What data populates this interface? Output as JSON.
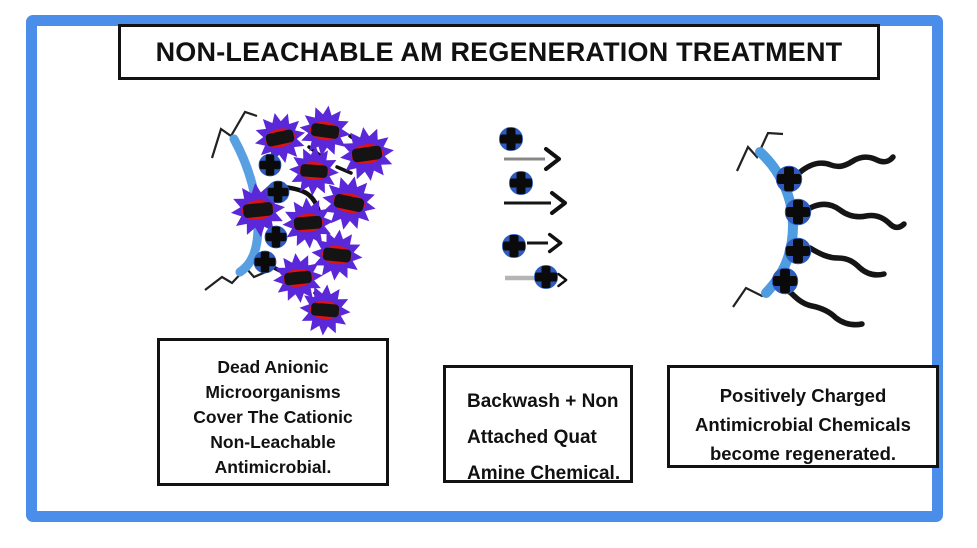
{
  "title": "NON-LEACHABLE AM REGENERATION TREATMENT",
  "panels": [
    {
      "id": "dead-microorganisms",
      "caption_lines": [
        "Dead Anionic",
        "Microorganisms",
        "Cover The Cationic",
        "Non-Leachable",
        "Antimicrobial."
      ]
    },
    {
      "id": "backwash-quat",
      "caption_lines": [
        "Backwash + Non",
        "Attached Quat",
        "Amine Chemical."
      ]
    },
    {
      "id": "regenerated-chemicals",
      "caption_lines": [
        "Positively Charged",
        "Antimicrobial Chemicals",
        "become regenerated."
      ]
    }
  ],
  "colors": {
    "frame_blue": "#4b8ee9",
    "surface_arc_blue": "#58a0e2",
    "microbe_burst_purple": "#5a28d8",
    "microbe_core_red": "#e01212",
    "cation_ring_blue": "#2e5bbd",
    "ink_black": "#121212"
  },
  "icons": {
    "burst": "dead-microbe-starburst-icon",
    "plus_circle": "cationic-charge-icon",
    "arrow": "backwash-flow-arrow-icon",
    "squiggle": "antimicrobial-chain-icon",
    "zigzag": "surface-bond-icon"
  },
  "graphics_counts": {
    "left_microbe_bursts": 10,
    "left_cation_sites": 4,
    "middle_flow_rows": 4,
    "right_cation_sites": 4,
    "right_chains": 4
  }
}
